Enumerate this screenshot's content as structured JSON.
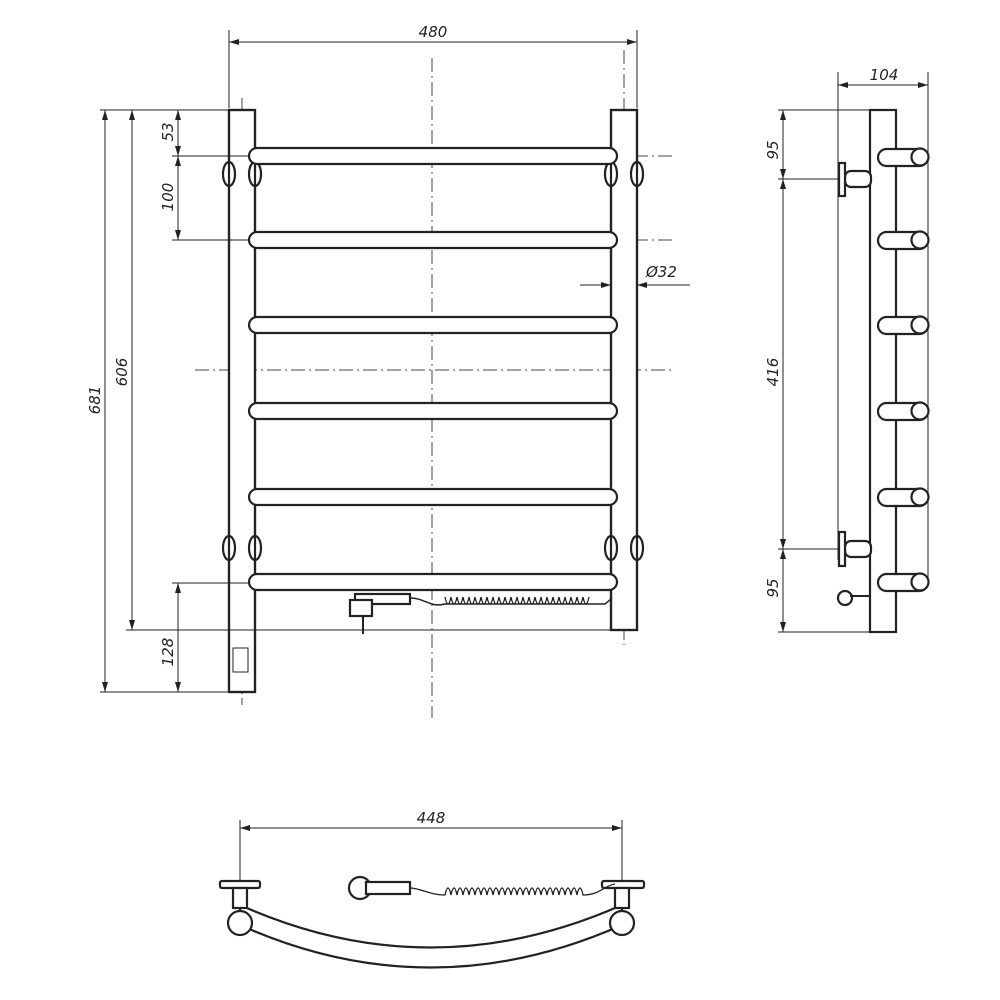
{
  "drawing": {
    "front_view": {
      "width_label": "480",
      "total_height_label": "681",
      "post_height_label": "606",
      "top_offset_label": "53",
      "bar_pitch_label": "100",
      "bottom_offset_label": "128",
      "diameter_label": "Ø32",
      "bar_count": 6
    },
    "side_view": {
      "depth_label": "104",
      "top_bracket_label": "95",
      "bracket_spacing_label": "416",
      "bottom_bracket_label": "95"
    },
    "top_view": {
      "width_label": "448"
    },
    "colors": {
      "line": "#222222",
      "background": "#ffffff"
    }
  }
}
